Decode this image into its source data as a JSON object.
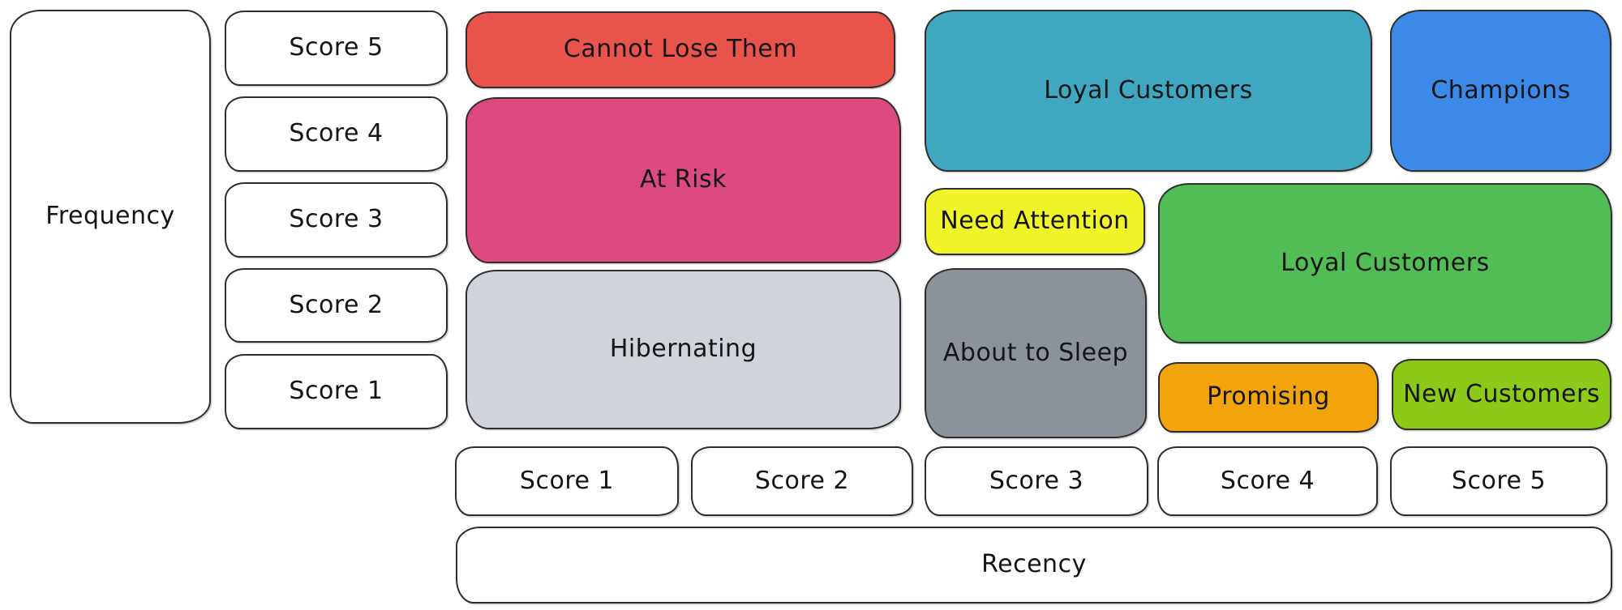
{
  "axes": {
    "frequency": {
      "label": "Frequency",
      "scores": [
        "Score 5",
        "Score 4",
        "Score 3",
        "Score 2",
        "Score 1"
      ]
    },
    "recency": {
      "label": "Recency",
      "scores": [
        "Score 1",
        "Score 2",
        "Score 3",
        "Score 4",
        "Score 5"
      ]
    }
  },
  "segments": {
    "cannot_lose_them": {
      "label": "Cannot Lose Them",
      "color": "#e8534b"
    },
    "at_risk": {
      "label": "At Risk",
      "color": "#dd4a7f"
    },
    "hibernating": {
      "label": "Hibernating",
      "color": "#ced4da"
    },
    "loyal_customers_upper": {
      "label": "Loyal Customers",
      "color": "#3fa8c0"
    },
    "champions": {
      "label": "Champions",
      "color": "#3d89e8"
    },
    "need_attention": {
      "label": "Need Attention",
      "color": "#f2f42a"
    },
    "about_to_sleep": {
      "label": "About to Sleep",
      "color": "#8b929a"
    },
    "loyal_customers_mid": {
      "label": "Loyal Customers",
      "color": "#52bd54"
    },
    "promising": {
      "label": "Promising",
      "color": "#f2a40d"
    },
    "new_customers": {
      "label": "New Customers",
      "color": "#8cc918"
    }
  },
  "colors": {
    "background": "#ffffff",
    "box_border": "#2e2e2e",
    "label_text": "#151515"
  }
}
